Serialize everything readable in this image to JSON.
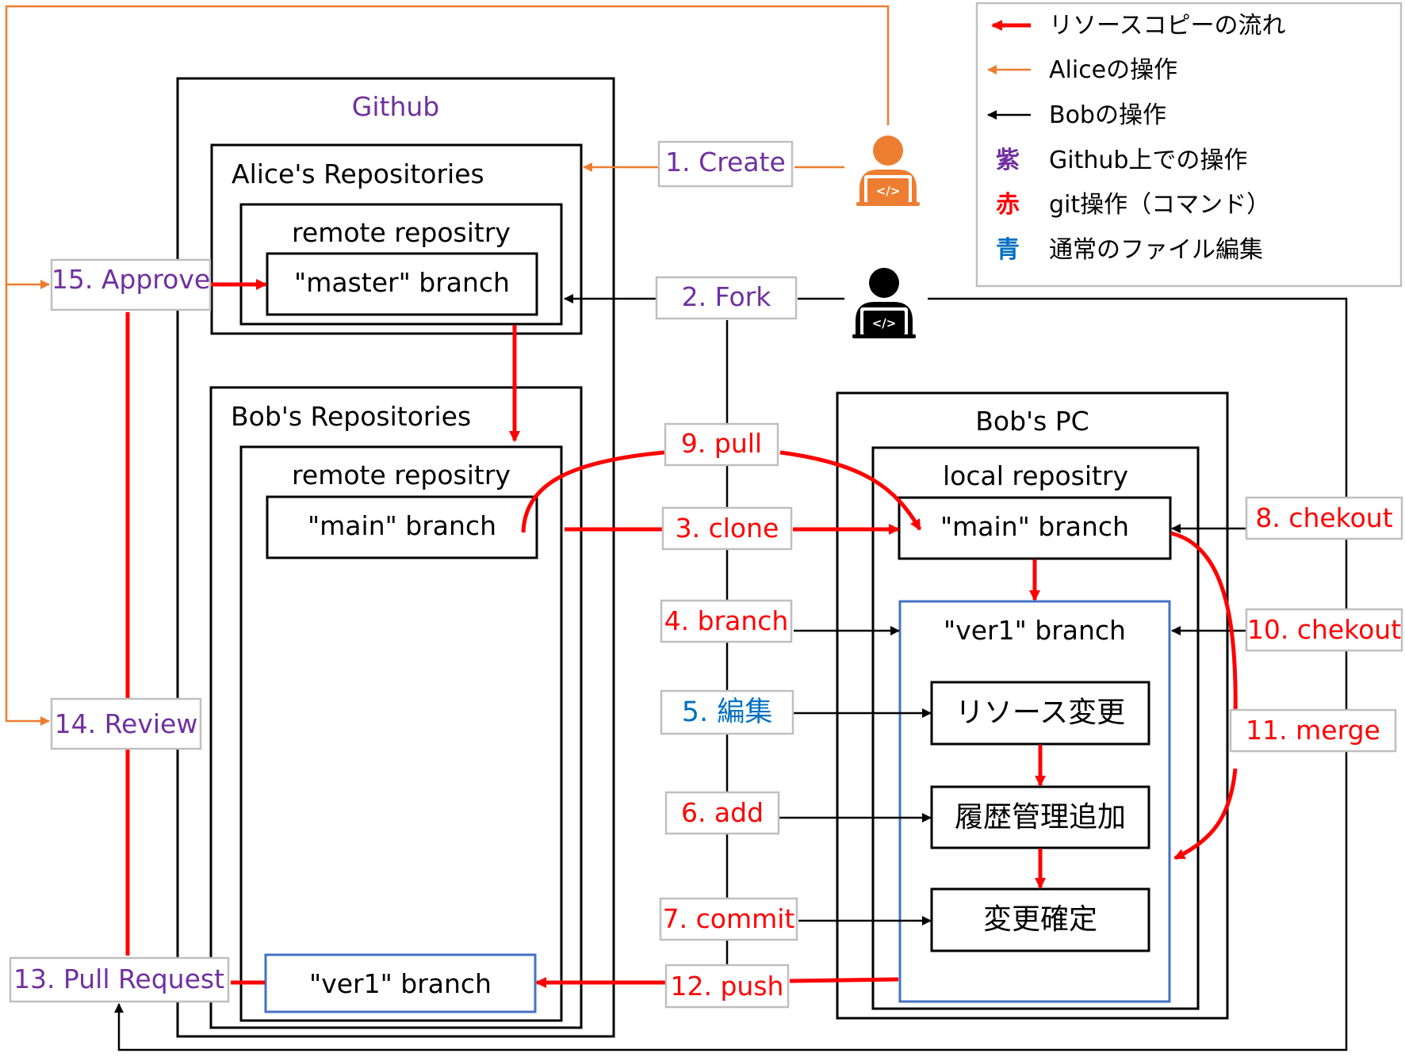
{
  "colors": {
    "red": "#ff0000",
    "orange": "#ed7d31",
    "black": "#000000",
    "purple": "#7030a0",
    "blue": "#0070c0",
    "gray_border": "#bfbfbf",
    "blue_border": "#4472c4"
  },
  "icons": {
    "alice": "alice-developer-icon",
    "bob": "bob-developer-icon"
  },
  "legend": {
    "resource_copy": "リソースコピーの流れ",
    "alice_ops": "Aliceの操作",
    "bob_ops": "Bobの操作",
    "purple_key": "紫",
    "purple_desc": "Github上での操作",
    "red_key": "赤",
    "red_desc": "git操作（コマンド）",
    "blue_key": "青",
    "blue_desc": "通常のファイル編集"
  },
  "containers": {
    "github": "Github",
    "alice_repos": "Alice's Repositories",
    "alice_remote": "remote repositry",
    "alice_master": "\"master\" branch",
    "bob_repos": "Bob's Repositories",
    "bob_remote": "remote repositry",
    "bob_main": "\"main\" branch",
    "bob_ver1": "\"ver1\" branch",
    "bob_pc": "Bob's PC",
    "local_repo": "local repositry",
    "local_main": "\"main\" branch",
    "local_ver1": "\"ver1\" branch",
    "resource_change": "リソース変更",
    "history_add": "履歴管理追加",
    "change_commit": "変更確定"
  },
  "steps": {
    "create": "1. Create",
    "fork": "2. Fork",
    "clone": "3. clone",
    "branch": "4. branch",
    "edit": "5. 編集",
    "add": "6. add",
    "commit": "7. commit",
    "checkout8": "8. chekout",
    "pull": "9. pull",
    "checkout10": "10. chekout",
    "merge": "11. merge",
    "push": "12. push",
    "pull_request": "13. Pull Request",
    "review": "14. Review",
    "approve": "15. Approve"
  }
}
